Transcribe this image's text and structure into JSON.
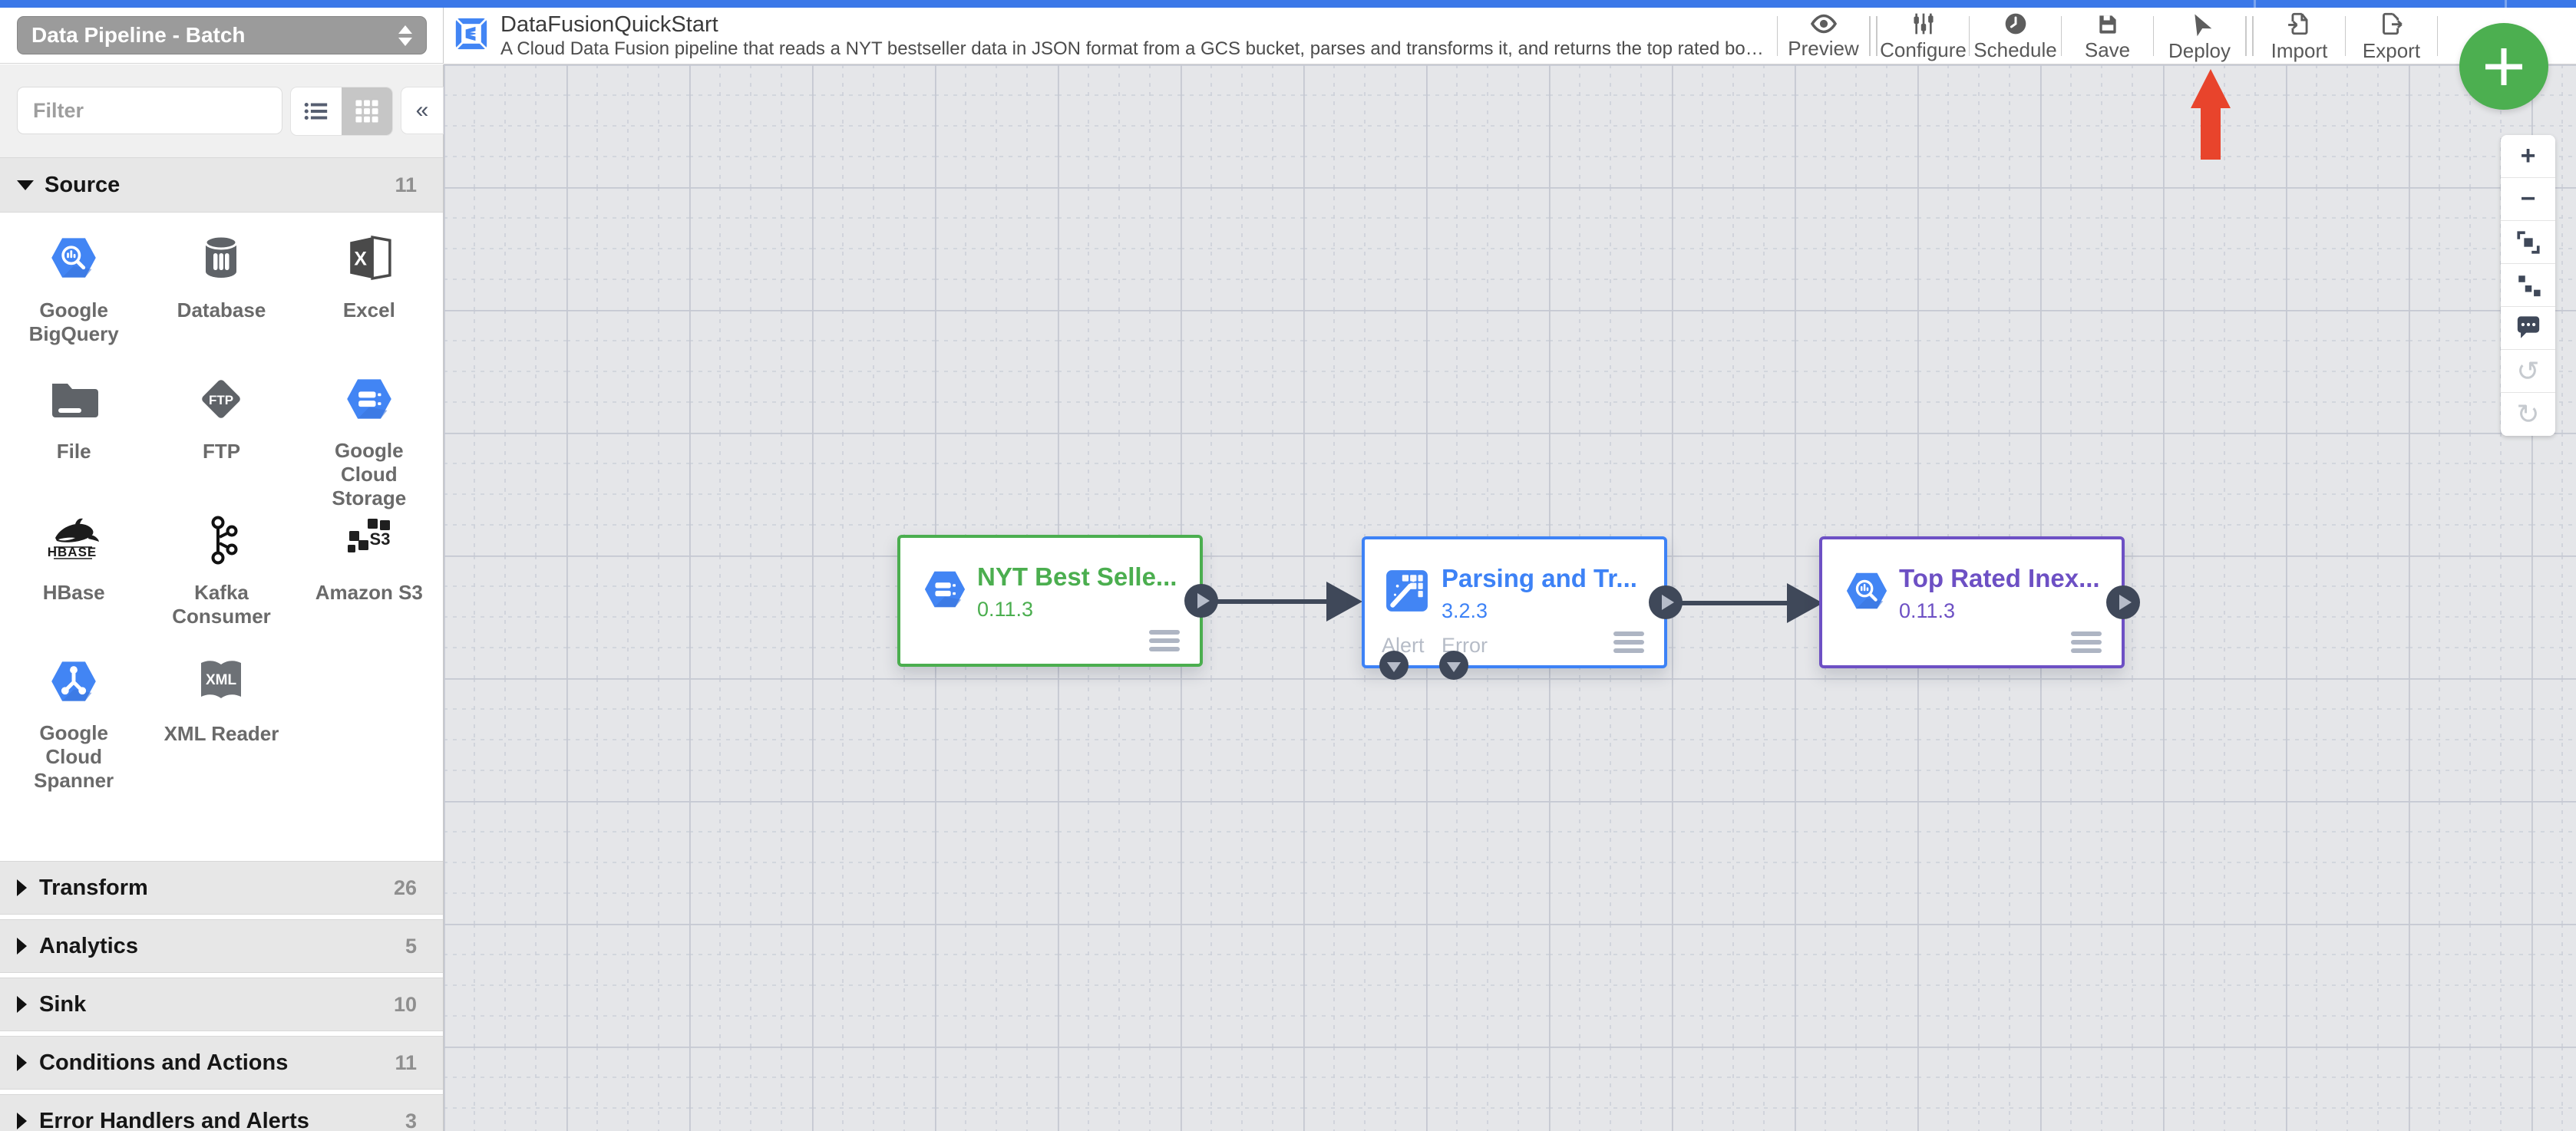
{
  "pipeline_type_select": {
    "value": "Data Pipeline - Batch"
  },
  "header": {
    "title": "DataFusionQuickStart",
    "description": "A Cloud Data Fusion pipeline that reads a NYT bestseller data in JSON format from a GCS bucket, parses and transforms it, and returns the top rated book...",
    "actions": [
      {
        "label": "Preview",
        "icon": "eye-icon"
      },
      {
        "label": "Configure",
        "icon": "sliders-icon"
      },
      {
        "label": "Schedule",
        "icon": "clock-icon"
      },
      {
        "label": "Save",
        "icon": "save-icon"
      },
      {
        "label": "Deploy",
        "icon": "send-icon"
      },
      {
        "label": "Import",
        "icon": "import-icon"
      },
      {
        "label": "Export",
        "icon": "export-icon"
      }
    ]
  },
  "sidebar": {
    "filter_placeholder": "Filter",
    "collapse_glyph": "«",
    "sections": [
      {
        "label": "Source",
        "count": "11",
        "expanded": true
      },
      {
        "label": "Transform",
        "count": "26",
        "expanded": false
      },
      {
        "label": "Analytics",
        "count": "5",
        "expanded": false
      },
      {
        "label": "Sink",
        "count": "10",
        "expanded": false
      },
      {
        "label": "Conditions and Actions",
        "count": "11",
        "expanded": false
      },
      {
        "label": "Error Handlers and Alerts",
        "count": "3",
        "expanded": false
      }
    ],
    "source_plugins": [
      {
        "label": "Google BigQuery",
        "icon": "bigquery-icon"
      },
      {
        "label": "Database",
        "icon": "database-icon"
      },
      {
        "label": "Excel",
        "icon": "excel-icon"
      },
      {
        "label": "File",
        "icon": "folder-icon"
      },
      {
        "label": "FTP",
        "icon": "ftp-icon"
      },
      {
        "label": "Google Cloud Storage",
        "icon": "cloud-storage-icon"
      },
      {
        "label": "HBase",
        "icon": "hbase-icon"
      },
      {
        "label": "Kafka Consumer",
        "icon": "kafka-icon"
      },
      {
        "label": "Amazon S3",
        "icon": "s3-icon"
      },
      {
        "label": "Google Cloud Spanner",
        "icon": "spanner-icon"
      },
      {
        "label": "XML Reader",
        "icon": "xml-icon"
      }
    ]
  },
  "canvas": {
    "nodes": [
      {
        "title": "NYT Best Selle...",
        "version": "0.11.3",
        "accent": "#4bae4f",
        "icon": "cloud-storage-icon"
      },
      {
        "title": "Parsing and Tr...",
        "version": "3.2.3",
        "accent": "#3d82f6",
        "icon": "wrangler-icon",
        "alert_label": "Alert",
        "error_label": "Error"
      },
      {
        "title": "Top Rated Inex...",
        "version": "0.11.3",
        "accent": "#6d50c4",
        "icon": "bigquery-icon"
      }
    ],
    "annotation_arrow": {
      "target_action": "Deploy",
      "color": "#e8442c"
    }
  },
  "zoom_toolbar": {
    "zoom_in_glyph": "+",
    "zoom_out_glyph": "−",
    "undo_glyph": "↺",
    "redo_glyph": "↻"
  }
}
